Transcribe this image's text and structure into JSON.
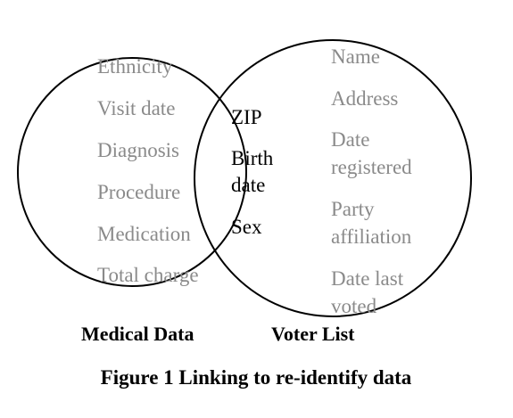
{
  "diagram": {
    "type": "venn",
    "colors": {
      "outline": "#000000",
      "item_text": "#8a8a8a",
      "shared_text": "#000000"
    },
    "left_set": {
      "title": "Medical Data",
      "items": [
        "Ethnicity",
        "Visit date",
        "Diagnosis",
        "Procedure",
        "Medication",
        "Total charge"
      ]
    },
    "right_set": {
      "title": "Voter List",
      "items": [
        "Name",
        "Address",
        "Date",
        "registered",
        "Party",
        "affiliation",
        "Date last",
        "voted"
      ]
    },
    "intersection": {
      "items": [
        "ZIP",
        "Birth",
        "date",
        "Sex"
      ]
    }
  },
  "caption": "Figure 1 Linking to re-identify data"
}
